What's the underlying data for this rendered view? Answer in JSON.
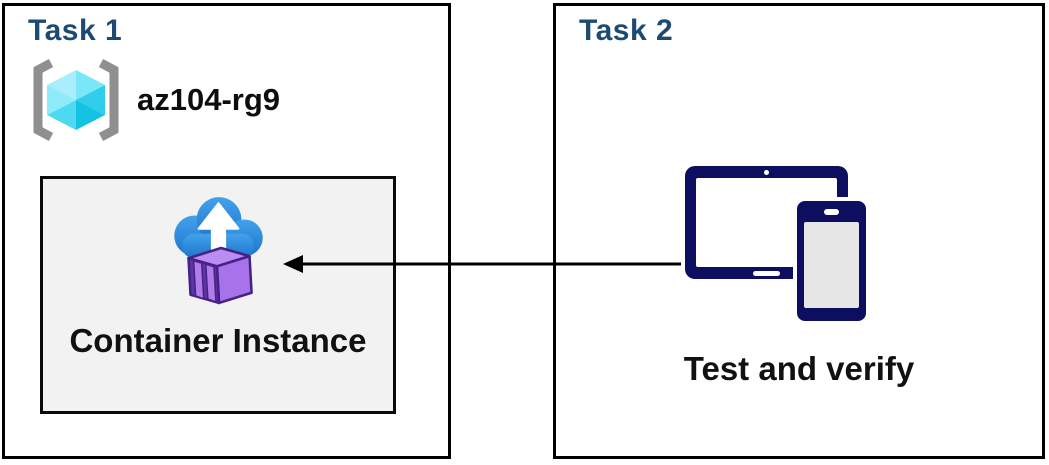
{
  "diagram": {
    "task1": {
      "title": "Task 1",
      "resource_group": {
        "name": "az104-rg9",
        "icon": "resource-group-icon"
      },
      "container_instance": {
        "label": "Container Instance",
        "icon": "container-instance-icon"
      }
    },
    "task2": {
      "title": "Task 2",
      "devices_icon": "devices-icon",
      "caption": "Test and verify"
    },
    "connector": {
      "type": "arrow",
      "from": "task2-devices",
      "to": "container-instance-box",
      "direction": "right-to-left"
    },
    "colors": {
      "title_text": "#1d4a73",
      "body_text": "#111111",
      "box_border": "#000000",
      "inner_box_bg": "#f2f2f2",
      "device_navy": "#0e0e60",
      "cloud_blue": "#2e8ee2",
      "container_purple_front": "#5d35a6",
      "container_purple_side": "#a673ea",
      "container_purple_top": "#bb8cf2",
      "cube_cyan": "#4ed9f3",
      "bracket_gray": "#8f8f8f"
    }
  }
}
